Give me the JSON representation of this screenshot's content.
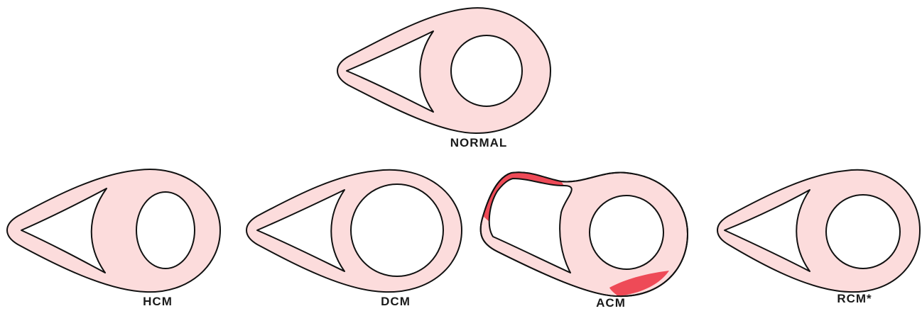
{
  "colors": {
    "myocardium": "#fcdcdc",
    "fibrofatty": "#ee4a57",
    "outline": "#111111",
    "cavity": "#ffffff"
  },
  "labels": {
    "normal": "NORMAL",
    "hcm": "HCM",
    "dcm": "DCM",
    "acm": "ACM",
    "rcm": "RCM*"
  }
}
